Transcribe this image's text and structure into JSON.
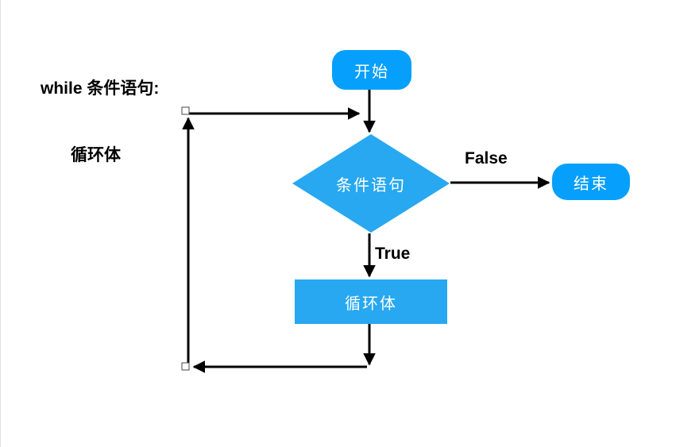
{
  "annotation": {
    "line1": "while 条件语句:",
    "line2": "循环体"
  },
  "nodes": {
    "start": "开始",
    "condition": "条件语句",
    "body": "循环体",
    "end": "结束"
  },
  "edges": {
    "true_label": "True",
    "false_label": "False"
  },
  "colors": {
    "node_fill": "#06a0fc",
    "shape_fill": "#27a8f0",
    "arrow": "#000000",
    "text_on_node": "#ffffff"
  }
}
